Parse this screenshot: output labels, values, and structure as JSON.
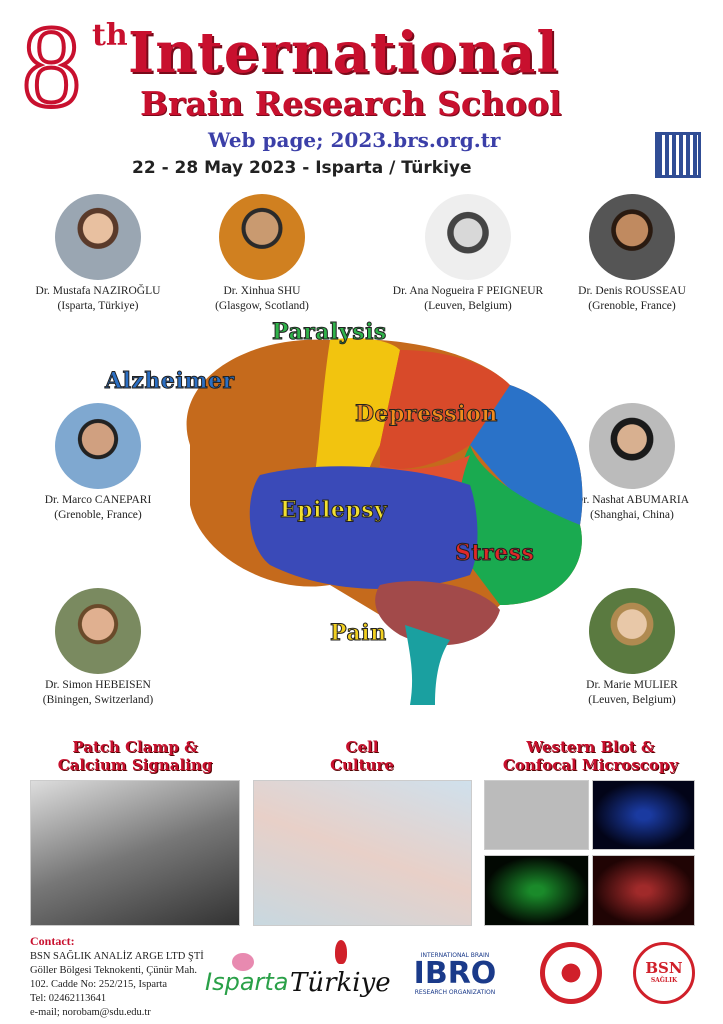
{
  "header": {
    "edition": "8",
    "suffix": "th",
    "title1": "International",
    "title2": "Brain Research School",
    "web": "Web page; 2023.brs.org.tr",
    "dates": "22 - 28 May 2023 - Isparta / Türkiye"
  },
  "speakers": [
    {
      "name": "Dr. Mustafa NAZIROĞLU",
      "place": "(Isparta, Türkiye)"
    },
    {
      "name": "Dr. Xinhua SHU",
      "place": "(Glasgow, Scotland)"
    },
    {
      "name": "Dr. Ana Nogueira F PEIGNEUR",
      "place": "(Leuven, Belgium)"
    },
    {
      "name": "Dr. Denis ROUSSEAU",
      "place": "(Grenoble, France)"
    },
    {
      "name": "Dr. Marco CANEPARI",
      "place": "(Grenoble, France)"
    },
    {
      "name": "Dr. Nashat ABUMARIA",
      "place": "(Shanghai, China)"
    },
    {
      "name": "Dr. Simon HEBEISEN",
      "place": "(Biningen, Switzerland)"
    },
    {
      "name": "Dr. Marie MULIER",
      "place": "(Leuven, Belgium)"
    }
  ],
  "topics": {
    "paralysis": "Paralysis",
    "alzheimer": "Alzheimer",
    "depression": "Depression",
    "epilepsy": "Epilepsy",
    "stress": "Stress",
    "pain": "Pain"
  },
  "sections": [
    {
      "l1": "Patch Clamp &",
      "l2": "Calcium Signaling"
    },
    {
      "l1": "Cell",
      "l2": "Culture"
    },
    {
      "l1": "Western Blot &",
      "l2": "Confocal Microscopy"
    }
  ],
  "contact": {
    "title": "Contact:",
    "l1": "BSN SAĞLIK ANALİZ ARGE LTD ŞTİ",
    "l2": "Göller Bölgesi Teknokenti, Çünür Mah.",
    "l3": "102. Cadde No: 252/215, Isparta",
    "l4": "Tel: 02462113641",
    "l5": "e-mail; norobam@sdu.edu.tr"
  },
  "logos": {
    "isparta": "Isparta",
    "turkiye": "Türkiye",
    "ibro_top": "INTERNATIONAL BRAIN",
    "ibro": "IBRO",
    "ibro_bottom": "RESEARCH ORGANIZATION",
    "bsn": "BSN",
    "bsn_sub": "SAĞLIK"
  }
}
